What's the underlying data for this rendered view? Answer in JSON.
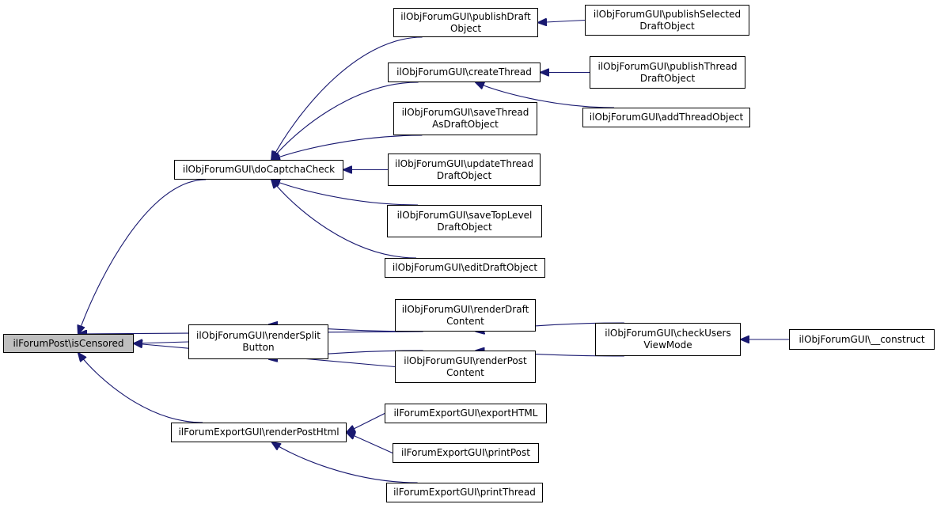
{
  "diagram": {
    "edge_color": "#191970",
    "root_fill": "#bfbfbf",
    "node_fill": "#ffffff",
    "nodes": {
      "isCensored": [
        "ilForumPost\\isCensored"
      ],
      "doCaptchaCheck": [
        "ilObjForumGUI\\doCaptchaCheck"
      ],
      "renderSplitButton": [
        "ilObjForumGUI\\renderSplit",
        "Button"
      ],
      "renderPostHtml": [
        "ilForumExportGUI\\renderPostHtml"
      ],
      "publishDraftObject": [
        "ilObjForumGUI\\publishDraft",
        "Object"
      ],
      "createThread": [
        "ilObjForumGUI\\createThread"
      ],
      "saveThreadAsDraftObject": [
        "ilObjForumGUI\\saveThread",
        "AsDraftObject"
      ],
      "updateThreadDraftObject": [
        "ilObjForumGUI\\updateThread",
        "DraftObject"
      ],
      "saveTopLevelDraftObject": [
        "ilObjForumGUI\\saveTopLevel",
        "DraftObject"
      ],
      "editDraftObject": [
        "ilObjForumGUI\\editDraftObject"
      ],
      "renderDraftContent": [
        "ilObjForumGUI\\renderDraft",
        "Content"
      ],
      "renderPostContent": [
        "ilObjForumGUI\\renderPost",
        "Content"
      ],
      "exportHTML": [
        "ilForumExportGUI\\exportHTML"
      ],
      "printPost": [
        "ilForumExportGUI\\printPost"
      ],
      "printThread": [
        "ilForumExportGUI\\printThread"
      ],
      "publishSelectedDraftObject": [
        "ilObjForumGUI\\publishSelected",
        "DraftObject"
      ],
      "publishThreadDraftObject": [
        "ilObjForumGUI\\publishThread",
        "DraftObject"
      ],
      "addThreadObject": [
        "ilObjForumGUI\\addThreadObject"
      ],
      "checkUsersViewMode": [
        "ilObjForumGUI\\checkUsers",
        "ViewMode"
      ],
      "construct": [
        "ilObjForumGUI\\__construct"
      ]
    },
    "edges": [
      [
        "doCaptchaCheck",
        "isCensored"
      ],
      [
        "renderSplitButton",
        "isCensored"
      ],
      [
        "renderPostHtml",
        "isCensored"
      ],
      [
        "renderDraftContent",
        "isCensored"
      ],
      [
        "renderPostContent",
        "isCensored"
      ],
      [
        "publishDraftObject",
        "doCaptchaCheck"
      ],
      [
        "createThread",
        "doCaptchaCheck"
      ],
      [
        "saveThreadAsDraftObject",
        "doCaptchaCheck"
      ],
      [
        "updateThreadDraftObject",
        "doCaptchaCheck"
      ],
      [
        "saveTopLevelDraftObject",
        "doCaptchaCheck"
      ],
      [
        "editDraftObject",
        "doCaptchaCheck"
      ],
      [
        "publishSelectedDraftObject",
        "publishDraftObject"
      ],
      [
        "publishThreadDraftObject",
        "createThread"
      ],
      [
        "addThreadObject",
        "createThread"
      ],
      [
        "renderDraftContent",
        "renderSplitButton"
      ],
      [
        "renderPostContent",
        "renderSplitButton"
      ],
      [
        "checkUsersViewMode",
        "renderDraftContent"
      ],
      [
        "checkUsersViewMode",
        "renderPostContent"
      ],
      [
        "construct",
        "checkUsersViewMode"
      ],
      [
        "exportHTML",
        "renderPostHtml"
      ],
      [
        "printPost",
        "renderPostHtml"
      ],
      [
        "printThread",
        "renderPostHtml"
      ]
    ]
  }
}
